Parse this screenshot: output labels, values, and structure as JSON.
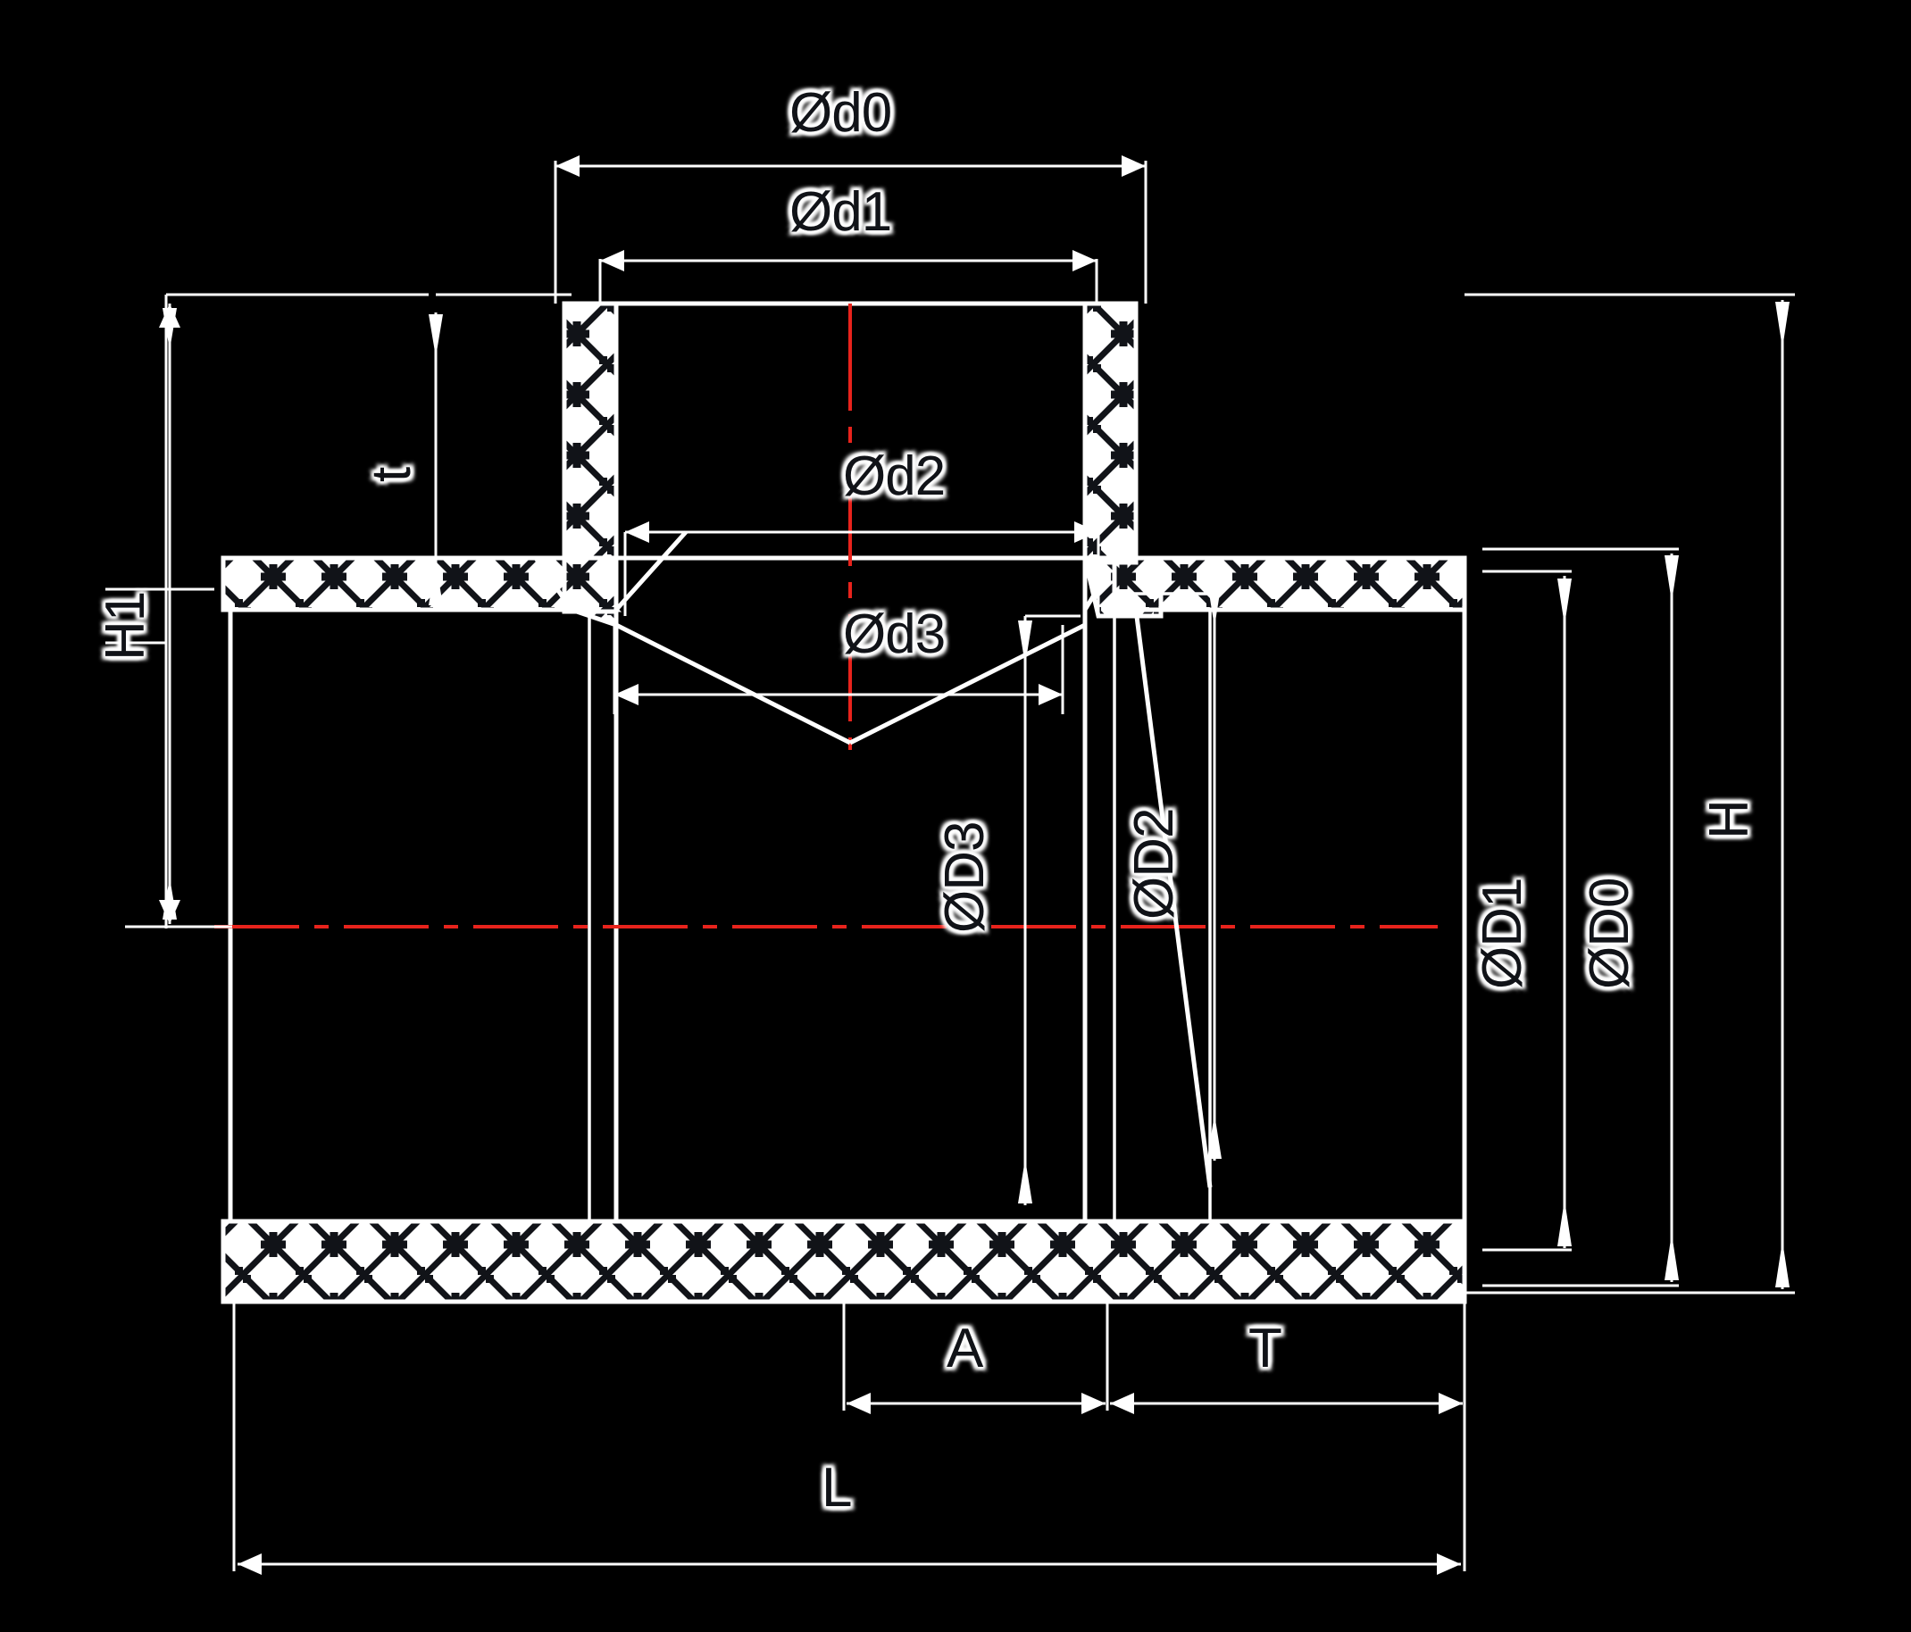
{
  "drawing": {
    "type": "engineering-cross-section",
    "title": "Flanged pipe fitting sectional drawing",
    "background_color": "#000000",
    "line_color": "#ffffff",
    "centerline_color": "#e8231c",
    "label_color": "#111318",
    "hatch_style": "concrete-crosshatch-with-plus-marks"
  },
  "dimensions": {
    "phi_d0": "Ød0",
    "phi_d1": "Ød1",
    "phi_d2": "Ød2",
    "phi_d3": "Ød3",
    "phi_D0": "ØD0",
    "phi_D1": "ØD1",
    "phi_D2": "ØD2",
    "phi_D3": "ØD3",
    "H": "H",
    "H1": "H1",
    "t": "t",
    "A": "A",
    "T": "T",
    "L": "L"
  },
  "labels": [
    {
      "key": "phi_d0",
      "text": "Ød0",
      "orientation": "horizontal",
      "position": "top-outer"
    },
    {
      "key": "phi_d1",
      "text": "Ød1",
      "orientation": "horizontal",
      "position": "top-inner"
    },
    {
      "key": "phi_d2",
      "text": "Ød2",
      "orientation": "horizontal",
      "position": "upper-middle"
    },
    {
      "key": "phi_d3",
      "text": "Ød3",
      "orientation": "horizontal",
      "position": "middle"
    },
    {
      "key": "H1",
      "text": "H1",
      "orientation": "vertical",
      "position": "far-left"
    },
    {
      "key": "t",
      "text": "t",
      "orientation": "vertical",
      "position": "upper-left"
    },
    {
      "key": "phi_D3",
      "text": "ØD3",
      "orientation": "vertical",
      "position": "center-right"
    },
    {
      "key": "phi_D2",
      "text": "ØD2",
      "orientation": "vertical",
      "position": "center-right-2"
    },
    {
      "key": "phi_D1",
      "text": "ØD1",
      "orientation": "vertical",
      "position": "right-inner"
    },
    {
      "key": "phi_D0",
      "text": "ØD0",
      "orientation": "vertical",
      "position": "right-outer"
    },
    {
      "key": "H",
      "text": "H",
      "orientation": "vertical",
      "position": "far-right"
    },
    {
      "key": "A",
      "text": "A",
      "orientation": "horizontal",
      "position": "bottom-left"
    },
    {
      "key": "T",
      "text": "T",
      "orientation": "horizontal",
      "position": "bottom-right"
    },
    {
      "key": "L",
      "text": "L",
      "orientation": "horizontal",
      "position": "bottom-outer"
    }
  ]
}
